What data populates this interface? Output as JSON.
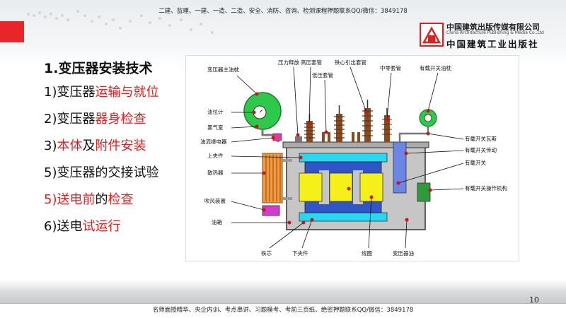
{
  "header_note": "二建、监理、一建、一造、二造、安全、消防、咨询、检测课程押题联系QQ/微信：3849178",
  "footer_note": "名师面授精华、央企内训、考点串讲、习题模考、考前三页纸、绝密押题联系QQ/微信：3849178",
  "page_number": "10",
  "logo": {
    "cn": "中国建筑出版传媒有限公司",
    "en": "China Architecture Publishing & Media Co.,Ltd",
    "cn2": "中国建筑工业出版社"
  },
  "heading": "1.变压器安装技术",
  "outline": [
    {
      "parts": [
        {
          "t": "1)变压器",
          "red": false
        },
        {
          "t": "运输与就位",
          "red": true
        }
      ]
    },
    {
      "parts": [
        {
          "t": "2)变压器",
          "red": false
        },
        {
          "t": "器身检查",
          "red": true
        }
      ]
    },
    {
      "parts": [
        {
          "t": "3)",
          "red": false
        },
        {
          "t": "本体",
          "red": true
        },
        {
          "t": "及",
          "red": false
        },
        {
          "t": "附件安装",
          "red": true
        }
      ]
    },
    {
      "parts": [
        {
          "t": "5)变压器的交接试验",
          "red": false
        }
      ]
    },
    {
      "parts": [
        {
          "t": "5)送电前",
          "red": true
        },
        {
          "t": "的",
          "red": false
        },
        {
          "t": "检查",
          "red": true
        }
      ]
    },
    {
      "parts": [
        {
          "t": "6)送电",
          "red": false
        },
        {
          "t": "试运行",
          "red": true
        }
      ]
    }
  ],
  "diagram_labels": {
    "main_conservator": "变压器主油枕",
    "pressure_relief": "压力释放",
    "hv_bushing": "高压套管",
    "lv_bushing": "低压套管",
    "core_ground_bushing": "铁心引出套管",
    "neutral_bushing": "中零套管",
    "oltc_conservator": "有载开关油枕",
    "oil_gauge": "油位计",
    "air_chamber": "氯气室",
    "buchholz_relay": "油流继电器",
    "upper_clamp": "上夹件",
    "radiator": "散热器",
    "blower": "吹风装置",
    "tank": "油箱",
    "oltc_buchholz": "有载开关瓦斯",
    "oltc_drive": "有载开关传动",
    "oltc": "有载开关",
    "oltc_mechanism": "有载开关操作机构",
    "core": "铁芯",
    "lower_clamp": "下夹件",
    "winding": "线圈",
    "transformer_oil": "变压器油"
  },
  "colors": {
    "accent_red": "#e02020",
    "tank_fill": "#c6c6c6",
    "core_blue": "#2f55c9",
    "winding_yellow": "#f5ef1a",
    "clamp_cyan": "#28d8f0",
    "radiator_orange": "#f39a3a",
    "conservator_green": "#2ec94a",
    "bushing_brown": "#8a4a1e",
    "blower_magenta": "#d23ad2"
  }
}
